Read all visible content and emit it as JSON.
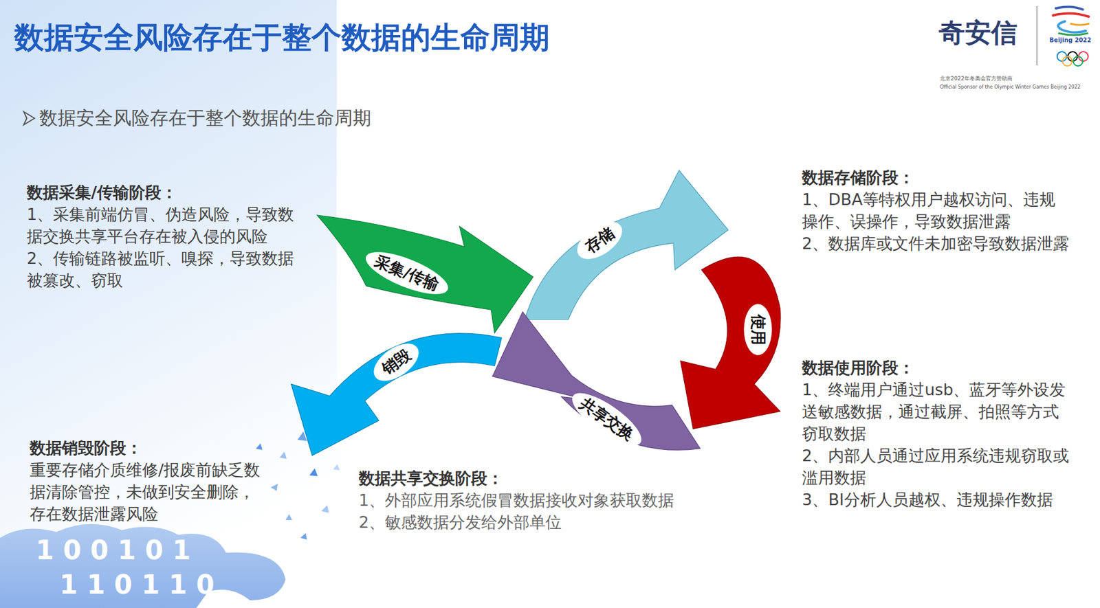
{
  "diagram": {
    "title": "数据安全风险存在于整个数据的生命周期",
    "nodes": [
      {
        "text": [
          "采集/传输"
        ]
      },
      {
        "text": [
          "存储"
        ]
      },
      {
        "text": [
          "使用"
        ]
      },
      {
        "text": [
          "共享交换"
        ]
      },
      {
        "text": [
          "销毁"
        ]
      }
    ],
    "labels": [
      "数据采集/传输阶段：",
      "1、采集前端仿冒、伪造风险，导致数据交换共享平台存在被入侵的风险",
      "2、传输链路被监听、嗅探，导致数据被篡改、窃取",
      "数据存储阶段：",
      "1、DBA等特权用户越权访问、违规操作、误操作，导致数据泄露",
      "2、数据库或文件未加密导致数据泄露",
      "数据使用阶段：",
      "1、终端用户通过usb、蓝牙等外设发送敏感数据，通过截屏、拍照等方式窃取数据",
      "2、内部人员通过应用系统违规窃取或滥用数据",
      "3、BI分析人员越权、违规操作数据",
      "数据销毁阶段：",
      "重要存储介质维修/报废前缺乏数据清除管控，未做到安全删除，存在数据泄露风险",
      "数据共享交换阶段：",
      "1、外部应用系统假冒数据接收对象获取数据",
      "2、敏感数据分发给外部单位",
      "数据安全风险存在于整个数据的生命周期",
      "奇安信",
      "北京2022年冬奥会官方赞助商",
      "Official Sponsor of the Olympic Winter Games Beijing 2022",
      "Beijing 2022",
      "1 0 0 1 0 1",
      "1 1 0 1 1 0"
    ]
  }
}
